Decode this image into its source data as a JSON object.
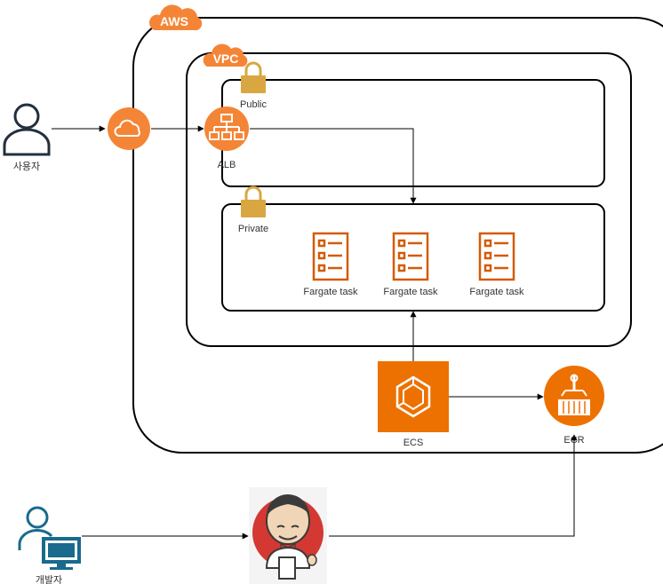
{
  "aws_badge": "AWS",
  "vpc_badge": "VPC",
  "public_subnet_label": "Public",
  "private_subnet_label": "Private",
  "alb_label": "ALB",
  "user_label": "사용자",
  "developer_label": "개발자",
  "tasks": [
    {
      "label": "Fargate task"
    },
    {
      "label": "Fargate task"
    },
    {
      "label": "Fargate task"
    }
  ],
  "ecs_label": "ECS",
  "ecr_label": "ECR",
  "colors": {
    "aws_orange": "#F58536",
    "lock_gold": "#D9A741",
    "task_orange": "#D45B07",
    "ecs_orange": "#ED7100",
    "user_navy": "#232F3E",
    "developer_blue": "#1A6A8E",
    "jenkins_red": "#D33833"
  },
  "icons": {
    "user": "person-icon",
    "developer": "developer-workstation-icon",
    "cloud": "cloud-icon",
    "alb": "load-balancer-icon",
    "task": "task-list-icon",
    "ecs": "ecs-icon",
    "ecr": "ecr-icon",
    "jenkins": "jenkins-icon",
    "lock": "lock-icon"
  }
}
